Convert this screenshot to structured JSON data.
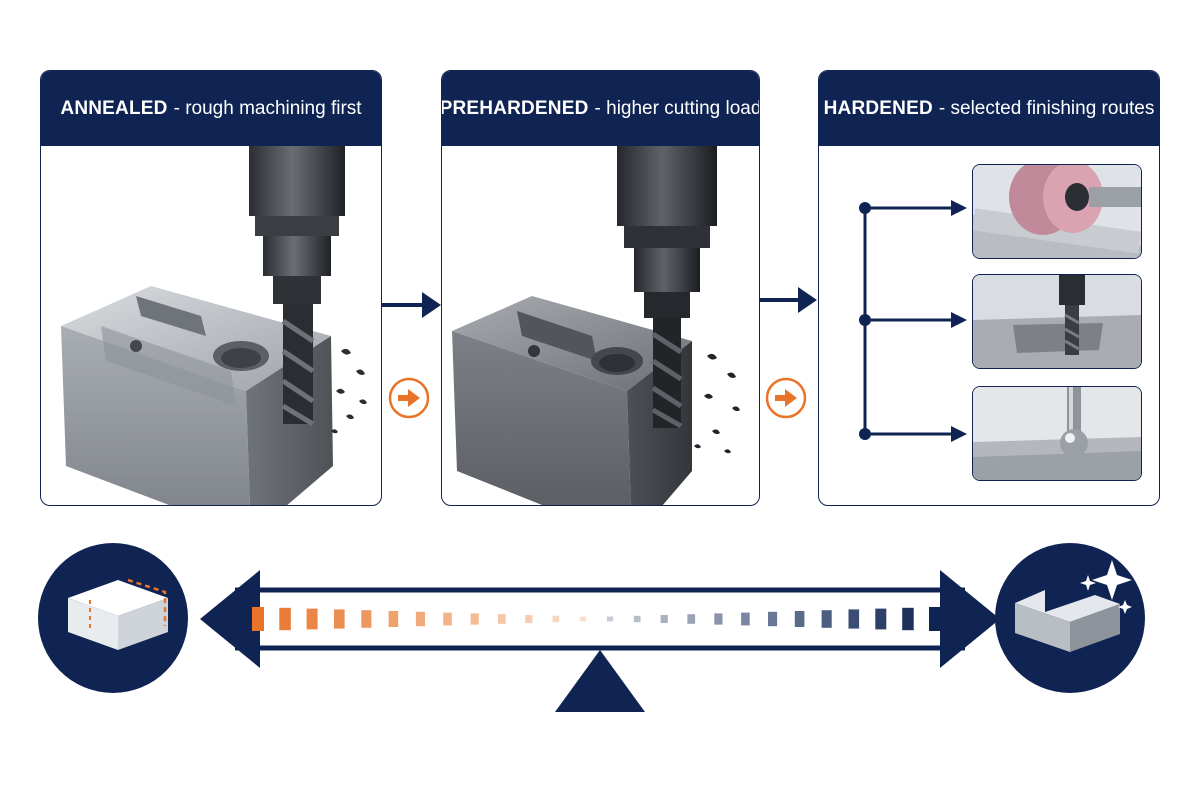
{
  "panels": [
    {
      "bold": "ANNEALED",
      "rest": "- rough machining first"
    },
    {
      "bold": "PREHARDENED",
      "rest": "- higher cutting load"
    },
    {
      "bold": "HARDENED",
      "rest": "- selected finishing routes"
    }
  ],
  "finishing_routes": [
    "grinding-wheel",
    "end-mill-finishing",
    "ball-end-finishing"
  ],
  "colors": {
    "navy": "#0f2452",
    "orange": "#e8742a",
    "steel": "#8a8f96"
  },
  "balance": {
    "left_icon": "rough-block-icon",
    "right_icon": "polished-block-icon",
    "left_dash_color": "#e8742a",
    "right_dash_color": "#0f2452"
  }
}
